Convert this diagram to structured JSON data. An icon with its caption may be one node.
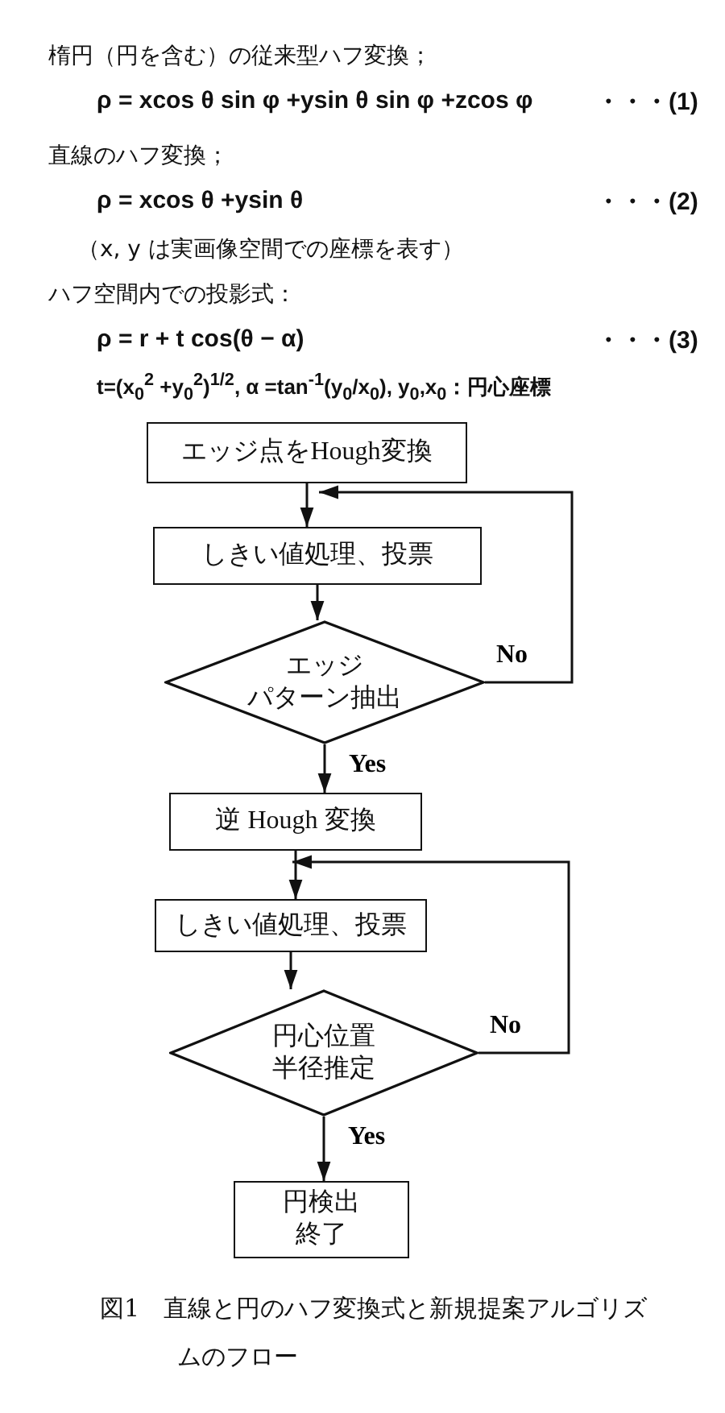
{
  "diagram": {
    "caption": "図1　直線と円のハフ変換式と新規提案アルゴリズムのフロー",
    "nodes": [
      {
        "text": [
          "エッジ点をHough変換"
        ]
      },
      {
        "text": [
          "しきい値処理、投票"
        ]
      },
      {
        "text": [
          "エッジパターン抽出"
        ]
      },
      {
        "text": [
          "逆 Hough 変換"
        ]
      },
      {
        "text": [
          "しきい値処理、投票"
        ]
      },
      {
        "text": [
          "円心位置半径推定"
        ]
      },
      {
        "text": [
          "円検出終了"
        ]
      }
    ],
    "edges": [
      {
        "from": 0,
        "to": 1,
        "arrow": "to"
      },
      {
        "from": 1,
        "to": 2,
        "arrow": "to"
      },
      {
        "from": 2,
        "to": 1,
        "arrow": "to",
        "label": "No"
      },
      {
        "from": 2,
        "to": 3,
        "arrow": "to",
        "label": "Yes"
      },
      {
        "from": 3,
        "to": 4,
        "arrow": "to"
      },
      {
        "from": 4,
        "to": 5,
        "arrow": "to"
      },
      {
        "from": 5,
        "to": 4,
        "arrow": "to",
        "label": "No"
      },
      {
        "from": 5,
        "to": 6,
        "arrow": "to",
        "label": "Yes"
      }
    ],
    "labels": [
      "楕円（円を含む）の従来型ハフ変換；",
      "ρ = xcos θ sin φ +ysin θ sin φ +zcos φ",
      "・・・(1)",
      "直線のハフ変換；",
      "ρ = xcos θ +ysin θ",
      "・・・(2)",
      "（x, y は実画像空間での座標を表す）",
      "ハフ空間内での投影式：",
      "ρ = r + t cos(θ − α)",
      "・・・(3)",
      "t=(x$_{0}$$^{2}$ +y$_{0}$$^{2}$)$^{1/2}$, α =tan$^{-1}$(y$_{0}$/x$_{0}$),  y$_{0}$,x$_{0}$：円心座標"
    ]
  }
}
